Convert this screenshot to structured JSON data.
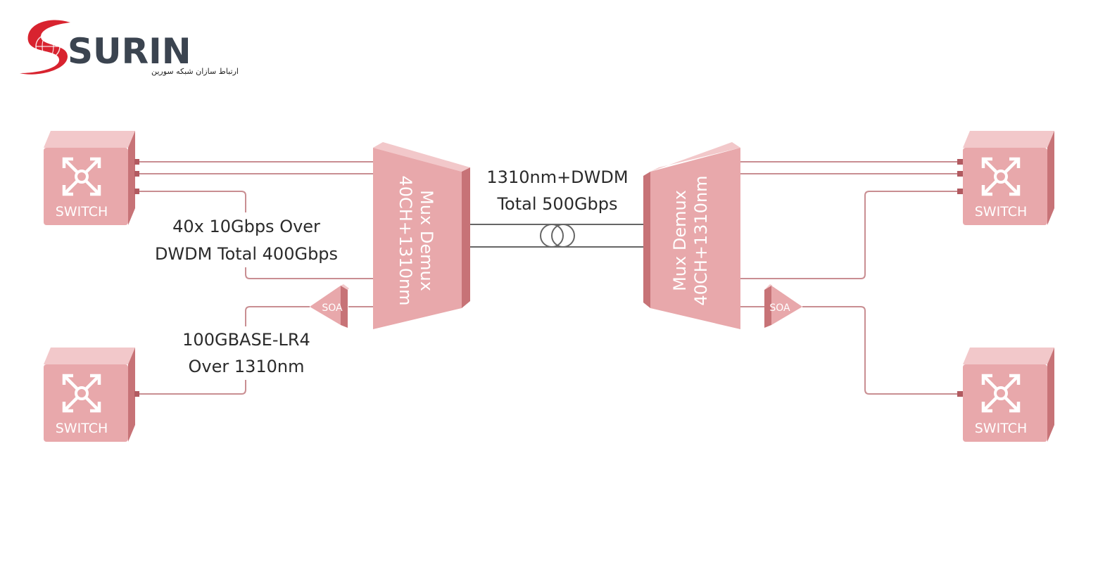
{
  "logo": {
    "name": "SURIN",
    "subtitle": "ارتباط سازان شبکه سورین"
  },
  "labels": {
    "trunk_line1": "1310nm+DWDM",
    "trunk_line2": "Total 500Gbps",
    "dwdm_line1": "40x 10Gbps Over",
    "dwdm_line2": "DWDM Total 400Gbps",
    "lr4_line1": "100GBASE-LR4",
    "lr4_line2": "Over 1310nm"
  },
  "devices": {
    "switch_label": "SWITCH",
    "mux_line1": "Mux Demux",
    "mux_line2": "40CH+1310nm",
    "soa_label": "SOA"
  },
  "colors": {
    "device_face": "#e8a8ab",
    "device_side": "#c77377",
    "device_top": "#f2c8ca",
    "fiber": "#c98e92",
    "trunk": "#666666",
    "logo_red": "#d8232f",
    "logo_text": "#3b4450"
  }
}
